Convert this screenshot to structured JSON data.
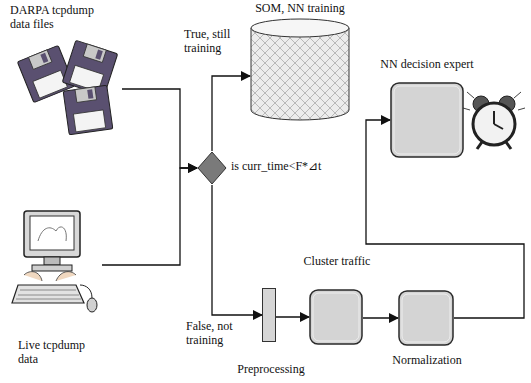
{
  "diagram": {
    "nodes": [
      {
        "text": [
          "DARPA tcpdump data files"
        ]
      },
      {
        "text": [
          "Live tcpdump data"
        ]
      },
      {
        "text": [
          "is curr_time<F*⊿t"
        ]
      },
      {
        "text": [
          "SOM, NN training"
        ]
      },
      {
        "text": [
          "Preprocessing"
        ]
      },
      {
        "text": [
          "Cluster traffic"
        ]
      },
      {
        "text": [
          "Normalization"
        ]
      },
      {
        "text": [
          "NN decision expert"
        ]
      }
    ],
    "edges": [
      {
        "from": 0,
        "to": 2,
        "arrow": "to"
      },
      {
        "from": 1,
        "to": 2,
        "arrow": "to"
      },
      {
        "from": 2,
        "to": 3,
        "label": "True, still training",
        "arrow": "to"
      },
      {
        "from": 2,
        "to": 4,
        "label": "False, not training",
        "arrow": "to"
      },
      {
        "from": 4,
        "to": 5,
        "arrow": "to"
      },
      {
        "from": 5,
        "to": 6,
        "arrow": "to"
      },
      {
        "from": 6,
        "to": 7,
        "arrow": "to"
      }
    ]
  }
}
